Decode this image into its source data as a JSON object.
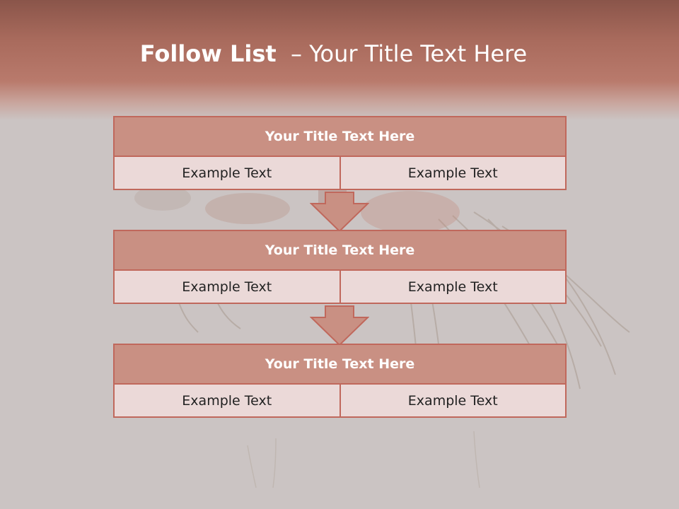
{
  "title": {
    "strong": "Follow List",
    "rest": "  – Your Title Text Here"
  },
  "steps": [
    {
      "title": "Your Title Text Here",
      "cells": [
        "Example Text",
        "Example Text"
      ]
    },
    {
      "title": "Your Title Text Here",
      "cells": [
        "Example Text",
        "Example Text"
      ]
    },
    {
      "title": "Your Title Text Here",
      "cells": [
        "Example Text",
        "Example Text"
      ]
    }
  ],
  "colors": {
    "header_band": "#b97a6c",
    "box_border": "#c0685c",
    "box_header": "#c99083",
    "box_cell": "#ebd9d8",
    "background": "#cbc4c3"
  },
  "icons": [
    "down-arrow-icon"
  ]
}
